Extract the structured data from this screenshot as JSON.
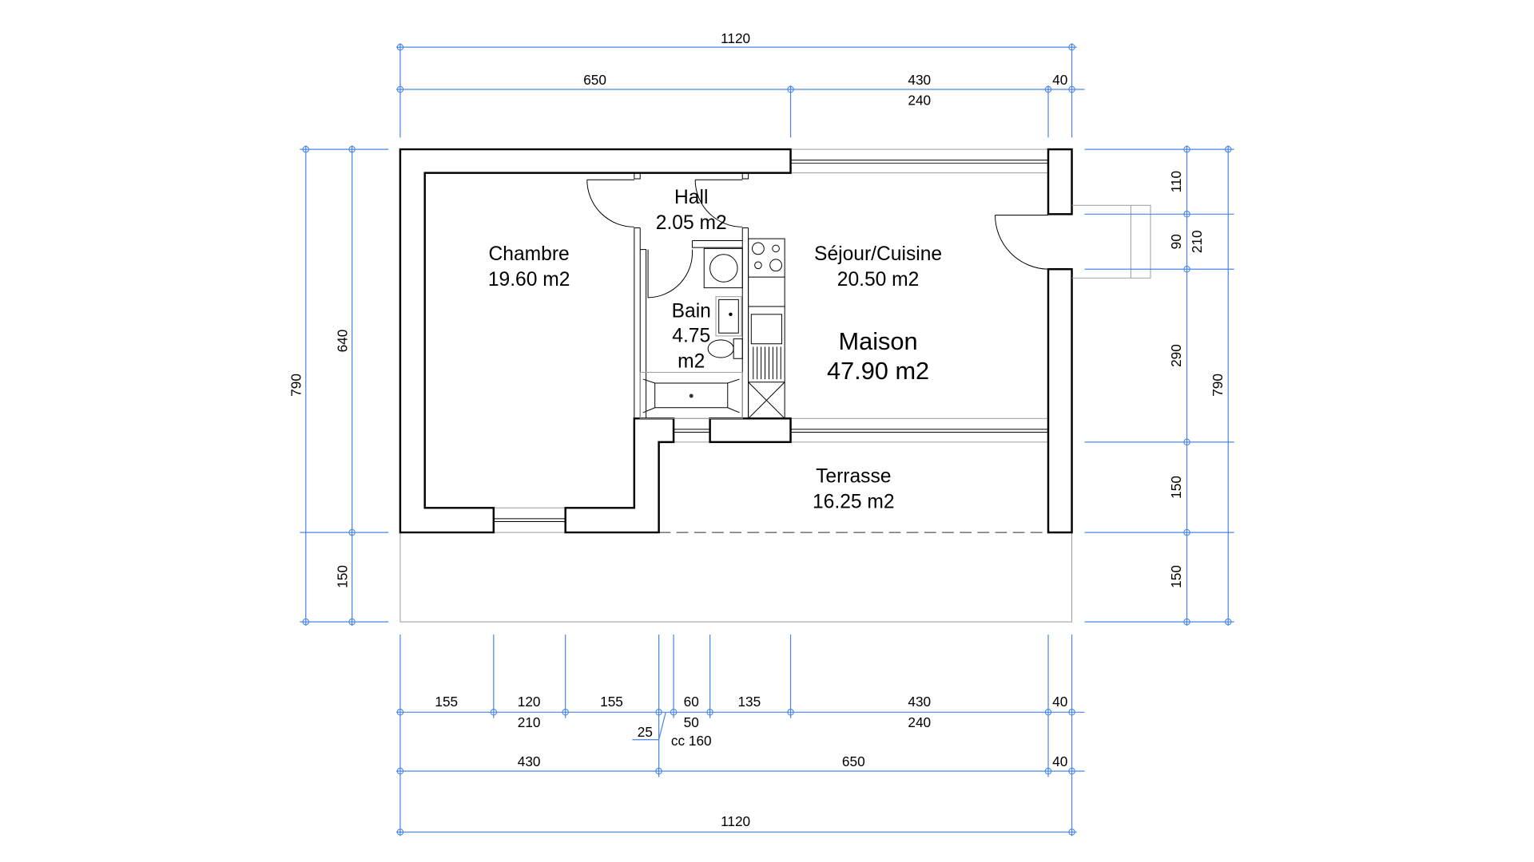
{
  "rooms": {
    "hall": {
      "name": "Hall",
      "area": "2.05 m2"
    },
    "chambre": {
      "name": "Chambre",
      "area": "19.60 m2"
    },
    "sejour": {
      "name": "Séjour/Cuisine",
      "area": "20.50 m2"
    },
    "bain": {
      "name": "Bain",
      "area_value": "4.75",
      "area_unit": "m2"
    },
    "maison": {
      "name": "Maison",
      "area": "47.90 m2"
    },
    "terrasse": {
      "name": "Terrasse",
      "area": "16.25 m2"
    }
  },
  "dimensions": {
    "top": {
      "total": "1120",
      "seg1": "650",
      "seg2": "430",
      "seg2_sub": "240",
      "seg3": "40"
    },
    "left": {
      "total": "790",
      "seg1": "640",
      "seg2": "150"
    },
    "right": {
      "total": "790",
      "seg1": "110",
      "seg2": "90",
      "seg2_alt": "210",
      "seg3": "290",
      "seg4": "150",
      "seg5": "150"
    },
    "bottom_detail": {
      "d1": "155",
      "d2": "120",
      "d2_sub": "210",
      "d3": "155",
      "d4_offset": "25",
      "d5": "60",
      "d5_sub": "50",
      "d5_cc": "cc 160",
      "d6": "135",
      "d7": "430",
      "d7_sub": "240",
      "d8": "40"
    },
    "bottom_mid": {
      "seg1": "430",
      "seg2": "650",
      "seg3": "40"
    },
    "bottom": {
      "total": "1120"
    }
  },
  "colors": {
    "dimension": "#4a86e8",
    "wall": "#000000"
  }
}
